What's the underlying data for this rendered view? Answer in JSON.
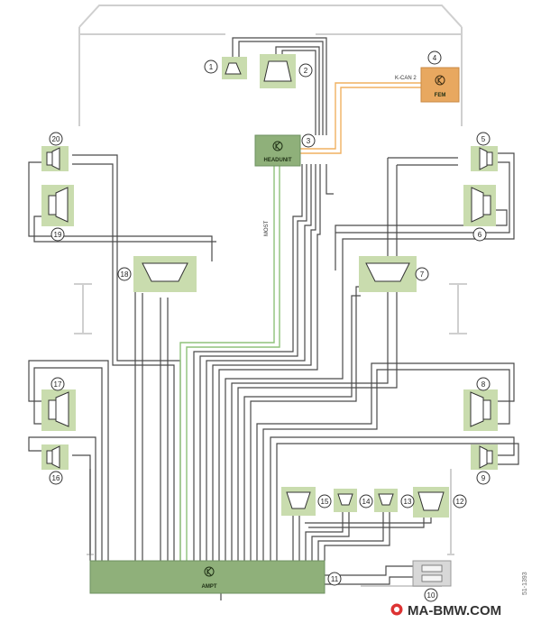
{
  "modules": {
    "headunit": {
      "number": "3",
      "label": "HEADUNIT"
    },
    "fem": {
      "number": "4",
      "label": "FEM"
    },
    "ampt": {
      "number": "11",
      "label": "AMPT"
    }
  },
  "bus_labels": {
    "kcan": "K-CAN 2",
    "most": "MOST"
  },
  "speaker_numbers": [
    "1",
    "2",
    "5",
    "6",
    "7",
    "8",
    "9",
    "12",
    "13",
    "14",
    "15",
    "16",
    "17",
    "18",
    "19",
    "20"
  ],
  "fuse_number": "10",
  "image_code": "51-1393",
  "watermark": "MA-BMW.COM",
  "colors": {
    "module_green": "#8fb07a",
    "speaker_green": "#c9dcae",
    "most_bus": "#8fc27a",
    "kcan_bus": "#f0b060",
    "fem_box": "#e8a860"
  }
}
